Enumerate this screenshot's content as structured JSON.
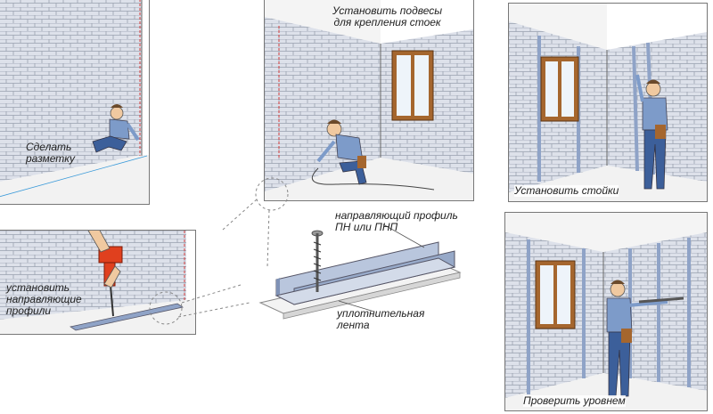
{
  "captions": {
    "step1": "Сделать разметку",
    "step2_line1": "Установить подвесы",
    "step2_line2": "для крепления стоек",
    "step3": "Установить стойки",
    "step4_line1": "установить",
    "step4_line2": "направляющие",
    "step4_line3": "профили",
    "step5": "Проверить уровнем"
  },
  "center": {
    "profile_line1": "направляющий профиль",
    "profile_line2": "ПН или ПНП",
    "tape_line1": "уплотнительная",
    "tape_line2": "лента"
  },
  "colors": {
    "wall": "#d9dde6",
    "brick_line": "#9aa0ad",
    "profile": "#8fa3c7",
    "marking": "#d23a3a",
    "worker_shirt": "#7d9bc9",
    "worker_pants": "#3c5f9a",
    "window": "#a5662e"
  }
}
